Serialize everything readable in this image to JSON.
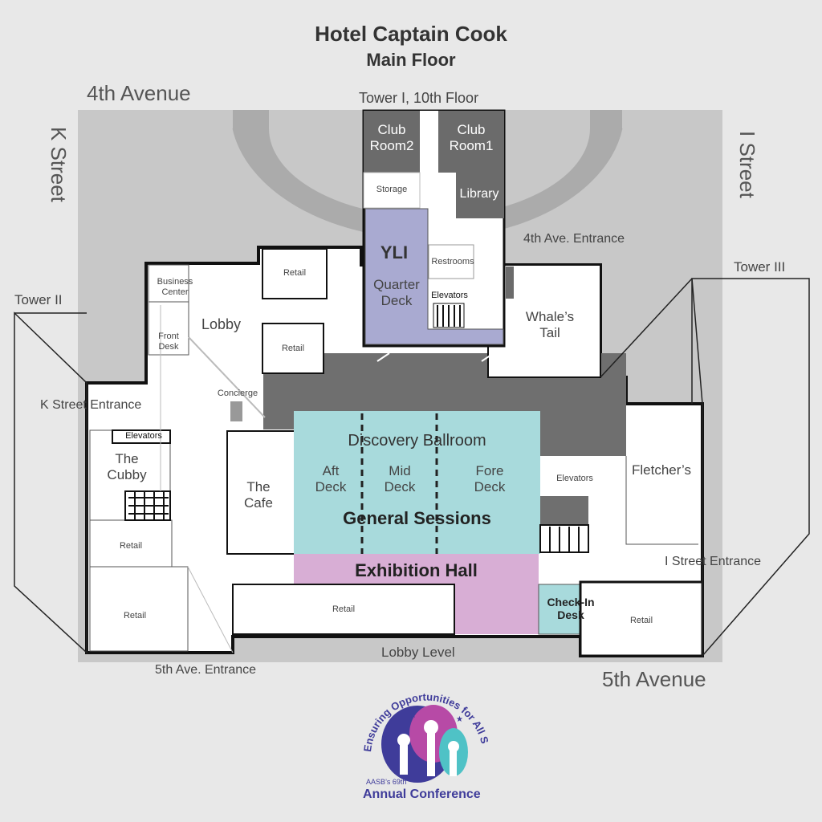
{
  "header": {
    "title": "Hotel Captain Cook",
    "subtitle": "Main Floor"
  },
  "streets": {
    "fourth_ave": "4th Avenue",
    "fifth_ave": "5th Avenue",
    "k_street": "K Street",
    "i_street": "I Street"
  },
  "towers": {
    "tower_1": "Tower I, 10th Floor",
    "tower_2": "Tower II",
    "tower_3": "Tower III"
  },
  "entrances": {
    "fourth_ave": "4th Ave. Entrance",
    "k_street": "K Street Entrance",
    "i_street": "I Street Entrance",
    "fifth_ave": "5th Ave. Entrance"
  },
  "rooms": {
    "club_room_2": [
      "Club",
      "Room2"
    ],
    "club_room_1": [
      "Club",
      "Room1"
    ],
    "storage": "Storage",
    "library": "Library",
    "yli": "YLI",
    "quarter_deck": [
      "Quarter",
      "Deck"
    ],
    "restrooms": "Restrooms",
    "elevators_tower": "Elevators",
    "whales_tail": [
      "Whale’s",
      "Tail"
    ],
    "business_center": [
      "Business",
      "Center"
    ],
    "front_desk": [
      "Front",
      "Desk"
    ],
    "lobby": "Lobby",
    "retail_top": "Retail",
    "retail_mid": "Retail",
    "concierge": "Concierge",
    "elevators_left": "Elevators",
    "the_cubby": [
      "The",
      "Cubby"
    ],
    "the_cafe": [
      "The",
      "Cafe"
    ],
    "retail_left_1": "Retail",
    "retail_left_2": "Retail",
    "discovery_ballroom": "Discovery Ballroom",
    "aft_deck": [
      "Aft",
      "Deck"
    ],
    "mid_deck": [
      "Mid",
      "Deck"
    ],
    "fore_deck": [
      "Fore",
      "Deck"
    ],
    "general_sessions": "General Sessions",
    "exhibition_hall": "Exhibition Hall",
    "retail_bottom": "Retail",
    "check_in_desk": [
      "Check-In",
      "Desk"
    ],
    "elevators_right": "Elevators",
    "fletchers": "Fletcher’s",
    "retail_right": "Retail",
    "lobby_level": "Lobby Level"
  },
  "logo": {
    "arc_text": "Ensuring Opportunities for All Students",
    "small_text": "AASB’s 69th",
    "main_text": "Annual Conference"
  },
  "colors": {
    "background": "#e8e8e8",
    "lot": "#c8c8c8",
    "tower_ring": "#ababab",
    "corridor": "#6f6f6f",
    "room_dark": "#6b6b6b",
    "yli": "#a9aad1",
    "ballroom": "#a8dadc",
    "exhibition": "#d8aed5",
    "walls": "#111111"
  }
}
